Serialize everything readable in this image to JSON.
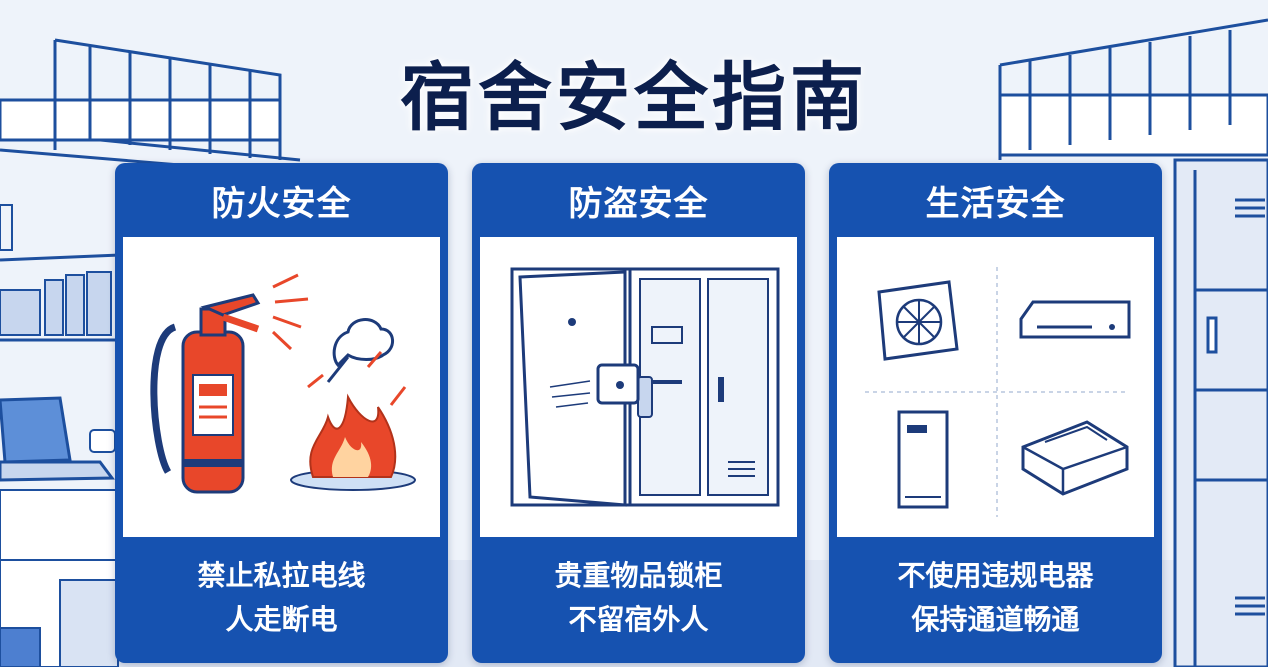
{
  "title": "宿舍安全指南",
  "colors": {
    "card_blue": "#1652b0",
    "title_navy": "#0c1f4d",
    "fire_red": "#e8472a"
  },
  "cards": [
    {
      "header": "防火安全",
      "line1": "禁止私拉电线",
      "line2": "人走断电",
      "icons": [
        "fire-extinguisher-icon",
        "fire-icon"
      ]
    },
    {
      "header": "防盗安全",
      "line1": "贵重物品锁柜",
      "line2": "不留宿外人",
      "icons": [
        "door-icon",
        "lock-icon",
        "locker-icon"
      ]
    },
    {
      "header": "生活安全",
      "line1": "不使用违规电器",
      "line2": "保持通道畅通",
      "icons": [
        "heater-icon",
        "cooker-icon",
        "appliance-icon",
        "box-icon"
      ]
    }
  ]
}
